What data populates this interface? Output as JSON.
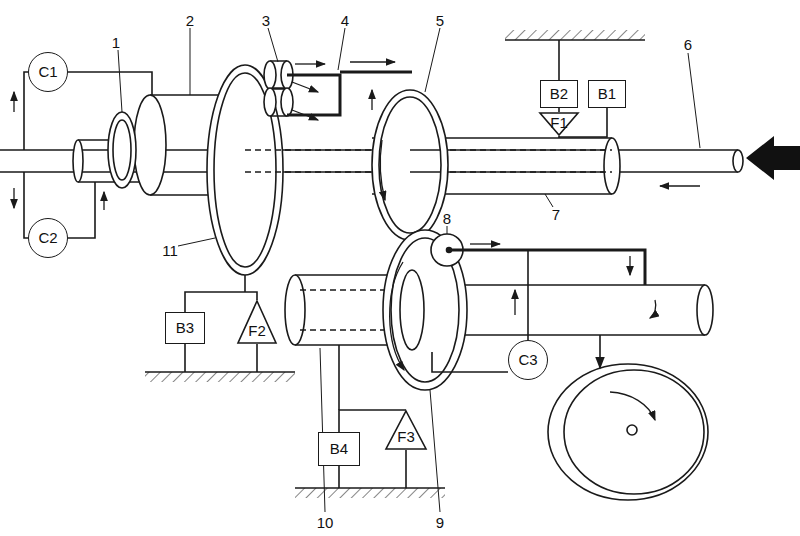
{
  "diagram": {
    "nodes": [
      {
        "text": [
          "C1"
        ]
      },
      {
        "text": [
          "B2"
        ]
      },
      {
        "text": [
          "B1"
        ]
      },
      {
        "text": [
          "F1"
        ]
      },
      {
        "text": [
          "C2"
        ]
      },
      {
        "text": [
          "B3"
        ]
      },
      {
        "text": [
          "F2"
        ]
      },
      {
        "text": [
          "C3"
        ]
      },
      {
        "text": [
          "B4"
        ]
      },
      {
        "text": [
          "F3"
        ]
      }
    ],
    "edges": [
      {
        "from": 1,
        "to": 3,
        "arrow": "none"
      },
      {
        "from": 5,
        "to": 6,
        "arrow": "none"
      },
      {
        "from": 8,
        "to": 9,
        "arrow": "none"
      }
    ],
    "labels": [
      "1",
      "2",
      "3",
      "4",
      "5",
      "6",
      "7",
      "8",
      "9",
      "10",
      "11"
    ]
  }
}
